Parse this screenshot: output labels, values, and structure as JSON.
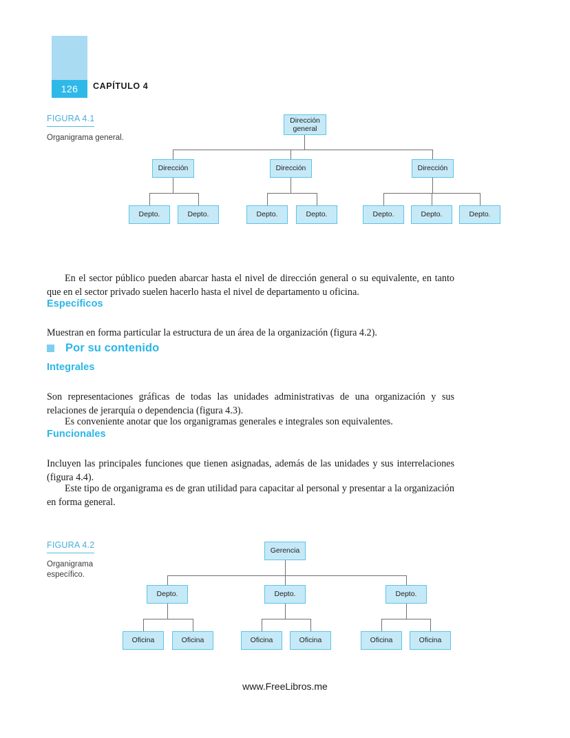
{
  "page": {
    "number": "126",
    "chapter": "CAPÍTULO 4",
    "footer": "www.FreeLibros.me"
  },
  "colors": {
    "accent_cyan": "#29b6e8",
    "tab_light": "#a9dbf2",
    "tab_band": "#2fb9e9",
    "node_fill": "#c6e9f7",
    "node_border": "#5cc3e6",
    "connector": "#6f6f6f"
  },
  "figures": [
    {
      "id": "figura-4-1",
      "title": "FIGURA 4.1",
      "subtitle": "Organigrama general.",
      "chart_data": {
        "type": "tree",
        "root": "Dirección general",
        "levels": [
          [
            "Dirección general"
          ],
          [
            "Dirección",
            "Dirección",
            "Dirección"
          ],
          [
            "Depto.",
            "Depto.",
            "Depto.",
            "Depto.",
            "Depto.",
            "Depto.",
            "Depto."
          ]
        ],
        "branch_children_counts": [
          2,
          2,
          3
        ]
      },
      "nodes": {
        "root": "Dirección general",
        "root_line1": "Dirección",
        "root_line2": "general",
        "level2": [
          "Dirección",
          "Dirección",
          "Dirección"
        ],
        "level3": [
          "Depto.",
          "Depto.",
          "Depto.",
          "Depto.",
          "Depto.",
          "Depto.",
          "Depto."
        ]
      }
    },
    {
      "id": "figura-4-2",
      "title": "FIGURA 4.2",
      "subtitle": "Organigrama específico.",
      "chart_data": {
        "type": "tree",
        "root": "Gerencia",
        "levels": [
          [
            "Gerencia"
          ],
          [
            "Depto.",
            "Depto.",
            "Depto."
          ],
          [
            "Oficina",
            "Oficina",
            "Oficina",
            "Oficina",
            "Oficina",
            "Oficina"
          ]
        ],
        "branch_children_counts": [
          2,
          2,
          2
        ]
      },
      "nodes": {
        "root": "Gerencia",
        "level2": [
          "Depto.",
          "Depto.",
          "Depto."
        ],
        "level3": [
          "Oficina",
          "Oficina",
          "Oficina",
          "Oficina",
          "Oficina",
          "Oficina"
        ]
      }
    }
  ],
  "body": {
    "para1": "En el sector público pueden abarcar hasta el nivel de dirección general o su equivalente, en tanto que en el sector privado suelen hacerlo hasta el nivel de departamento u oficina.",
    "heading_especificos": "Específicos",
    "para2": "Muestran en forma particular la estructura de un área de la organización (figura 4.2).",
    "heading_por_su_contenido": "Por su contenido",
    "heading_integrales": "Integrales",
    "para3": "Son representaciones gráficas de todas las unidades administrativas de una organización y sus relaciones de jerarquía o dependencia (figura 4.3).",
    "para4": "Es conveniente anotar que los organigramas generales e integrales son equivalentes.",
    "heading_funcionales": "Funcionales",
    "para5": "Incluyen las principales funciones que tienen asignadas, además de las unidades y sus interrelaciones (figura 4.4).",
    "para6": "Este tipo de organigrama es de gran utilidad para capacitar al personal y presentar a la organización en forma general."
  }
}
